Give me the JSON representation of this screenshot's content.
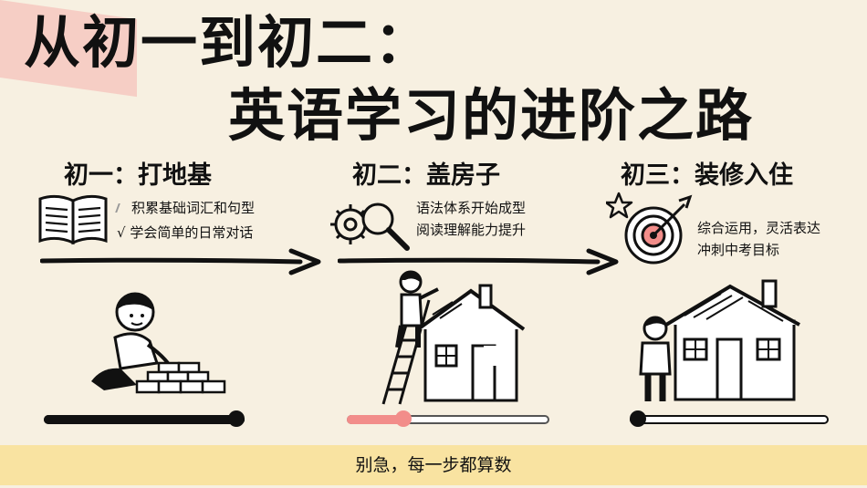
{
  "title": {
    "line1": "从初一到初二：",
    "line2": "英语学习的进阶之路"
  },
  "stages": [
    {
      "heading": "初一：打地基",
      "notes": [
        "积累基础词汇和句型",
        "√ 学会简单的日常对话"
      ],
      "icon": "open-book-icon",
      "progress": 1.0
    },
    {
      "heading": "初二：盖房子",
      "notes": [
        "语法体系开始成型",
        "阅读理解能力提升"
      ],
      "icon": "gears-magnifier-icon",
      "progress": 0.28
    },
    {
      "heading": "初三：装修入住",
      "notes": [
        "综合运用，灵活表达",
        "冲刺中考目标"
      ],
      "icon": "target-star-icon",
      "progress": 0.0
    }
  ],
  "footer": {
    "text": "别急，每一步都算数"
  },
  "colors": {
    "background": "#f7f0e1",
    "accent_pink": "#f5c3bb",
    "progress_red": "#f28d8a",
    "footer_yellow": "#f9e3a1",
    "ink": "#111111"
  }
}
